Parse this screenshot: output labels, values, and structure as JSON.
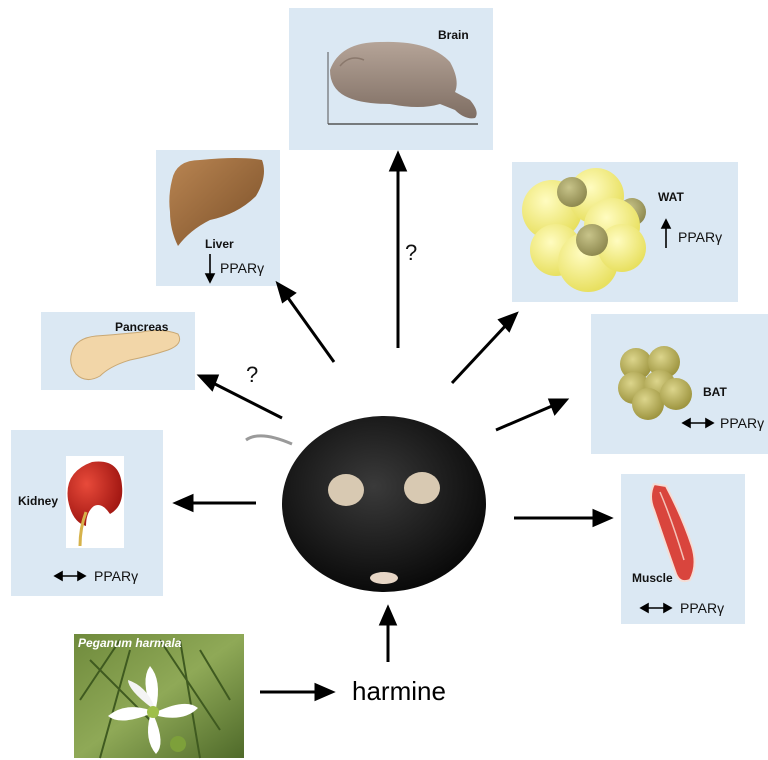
{
  "organs": {
    "brain": {
      "label": "Brain"
    },
    "liver": {
      "label": "Liver",
      "ppar_label": "PPARγ",
      "ppar_direction": "down"
    },
    "wat": {
      "label": "WAT",
      "ppar_label": "PPARγ",
      "ppar_direction": "up"
    },
    "pancreas": {
      "label": "Pancreas"
    },
    "bat": {
      "label": "BAT",
      "ppar_label": "PPARγ",
      "ppar_direction": "unchanged"
    },
    "kidney": {
      "label": "Kidney",
      "ppar_label": "PPARγ",
      "ppar_direction": "unchanged"
    },
    "muscle": {
      "label": "Muscle",
      "ppar_label": "PPARγ",
      "ppar_direction": "unchanged"
    }
  },
  "unknown_marks": {
    "brain": "?",
    "pancreas": "?"
  },
  "plant": {
    "label": "Peganum harmala"
  },
  "compound": {
    "label": "harmine"
  },
  "colors": {
    "panel_bg": "#dbe8f3",
    "arrow": "#000000",
    "wat_fat": "#f5f07a",
    "bat_fat": "#bdb45a",
    "liver": "#9a6a3e",
    "kidney": "#c8201a",
    "pancreas": "#f2d6a8",
    "brain": "#9c8a7f",
    "mouse": "#121212"
  }
}
